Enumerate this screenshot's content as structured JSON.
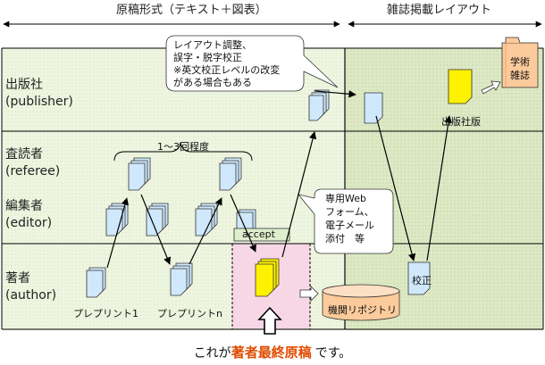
{
  "header": {
    "left": "原稿形式（テキスト＋図表）",
    "right": "雑誌掲載レイアウト"
  },
  "lanes": {
    "publisher": {
      "name": "出版社",
      "en": "(publisher)"
    },
    "referee": {
      "name": "査読者",
      "en": "(referee)"
    },
    "editor": {
      "name": "編集者",
      "en": "(editor)"
    },
    "author": {
      "name": "著者",
      "en": "(author)"
    }
  },
  "callouts": {
    "publisher_note": [
      "レイアウト調整、",
      "誤字・脱字校正",
      "※英文校正レベルの改変",
      "がある場合もある"
    ],
    "submission_note": [
      "専用Web",
      "フォーム、",
      "電子メール",
      "添付　等"
    ]
  },
  "labels": {
    "review_rounds": "1〜3回程度",
    "accept": "accept",
    "preprint_1": "プレプリント1",
    "preprint_n": "プレプリントn",
    "repository": "機関リポジトリ",
    "publisher_version": "出版社版",
    "proof": "校正",
    "journal": "学術雑誌"
  },
  "caption": {
    "before": "これが",
    "highlight": "著者最終原稿",
    "after": "です。"
  },
  "colors": {
    "left_area": "#eef5e0",
    "right_area": "#dde9c5",
    "author_final": "#f7d7e6",
    "document": "#cfe8fb",
    "document_highlight": "#fff200",
    "repository": "#fccb9c",
    "journal": "#fccb9c",
    "accent": "#e04b00"
  }
}
